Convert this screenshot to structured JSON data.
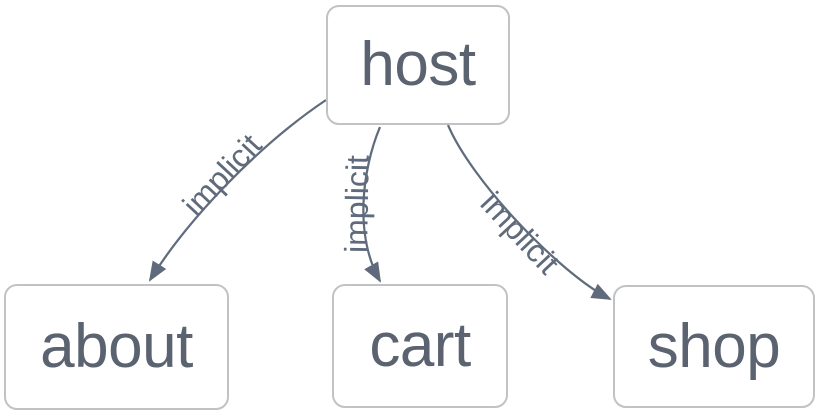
{
  "diagram": {
    "type": "flowchart",
    "direction": "top-down",
    "nodes": [
      {
        "id": "host",
        "label": "host"
      },
      {
        "id": "about",
        "label": "about"
      },
      {
        "id": "cart",
        "label": "cart"
      },
      {
        "id": "shop",
        "label": "shop"
      }
    ],
    "edges": [
      {
        "from": "host",
        "to": "about",
        "label": "implicit",
        "arrow": "filled-triangle"
      },
      {
        "from": "host",
        "to": "cart",
        "label": "implicit",
        "arrow": "filled-triangle"
      },
      {
        "from": "host",
        "to": "shop",
        "label": "implicit",
        "arrow": "filled-triangle"
      }
    ],
    "colors": {
      "background": "#ffffff",
      "node_fill": "#ffffff",
      "node_border": "#c0c2c4",
      "node_text": "#5a636f",
      "edge": "#5f6b7c",
      "edge_label_text": "#5f6b7c"
    }
  }
}
